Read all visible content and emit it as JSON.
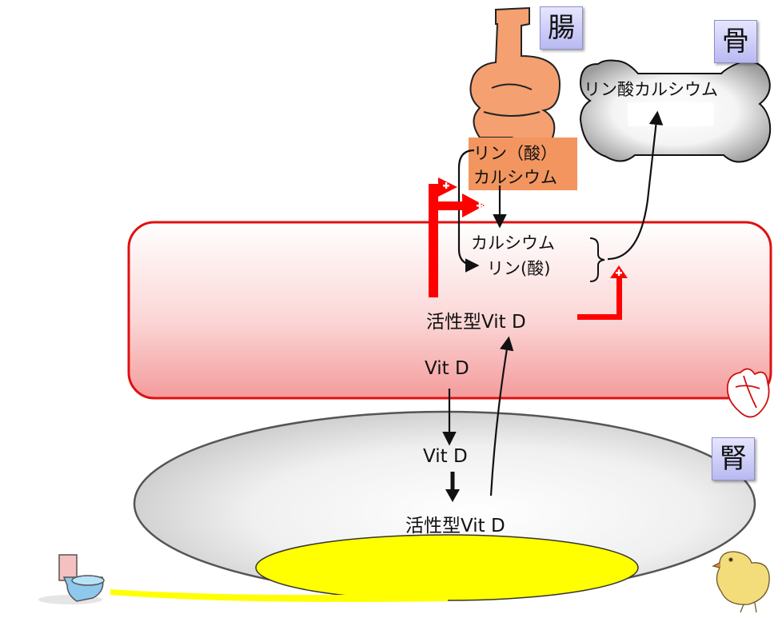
{
  "organs": {
    "intestine": "腸",
    "bone": "骨",
    "kidney": "腎"
  },
  "intestine_box": {
    "line1": "リン（酸）",
    "line2": "カルシウム"
  },
  "bone_label": "リン酸カルシウム",
  "blood": {
    "calcium": "カルシウム",
    "phosphate": "リン(酸)",
    "active_vitd": "活性型Vit D",
    "vitd": "Vit D"
  },
  "kidney": {
    "vitd": "Vit D",
    "active_vitd": "活性型Vit D"
  },
  "colors": {
    "blood_border": "#e01010",
    "arrow_red": "#ff0000",
    "kidney_fill": "#d8d8d8",
    "urine": "#ffff00",
    "intestine_box": "#f2955f",
    "badge": "#c8c8f5"
  },
  "icons": [
    "intestine-icon",
    "bone-icon",
    "heart-icon",
    "toilet-icon",
    "chick-icon"
  ]
}
